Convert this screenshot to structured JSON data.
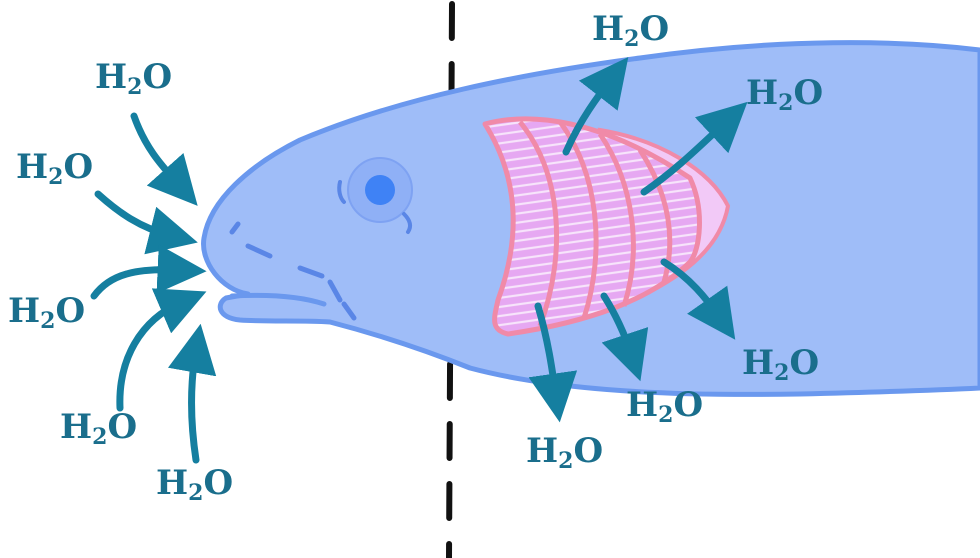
{
  "colors": {
    "water_arrow": "#157fa0",
    "label_text": "#1a6e8c",
    "fish_fill": "#9fbdf8",
    "fish_outline": "#6a98ee",
    "gill_fill": "#e9a9f0",
    "gill_outline": "#f08aa8",
    "eye": "#3f82f5",
    "divider": "#111111"
  },
  "labels": {
    "h2o_main": "H",
    "h2o_sub": "2",
    "h2o_end": "O"
  }
}
